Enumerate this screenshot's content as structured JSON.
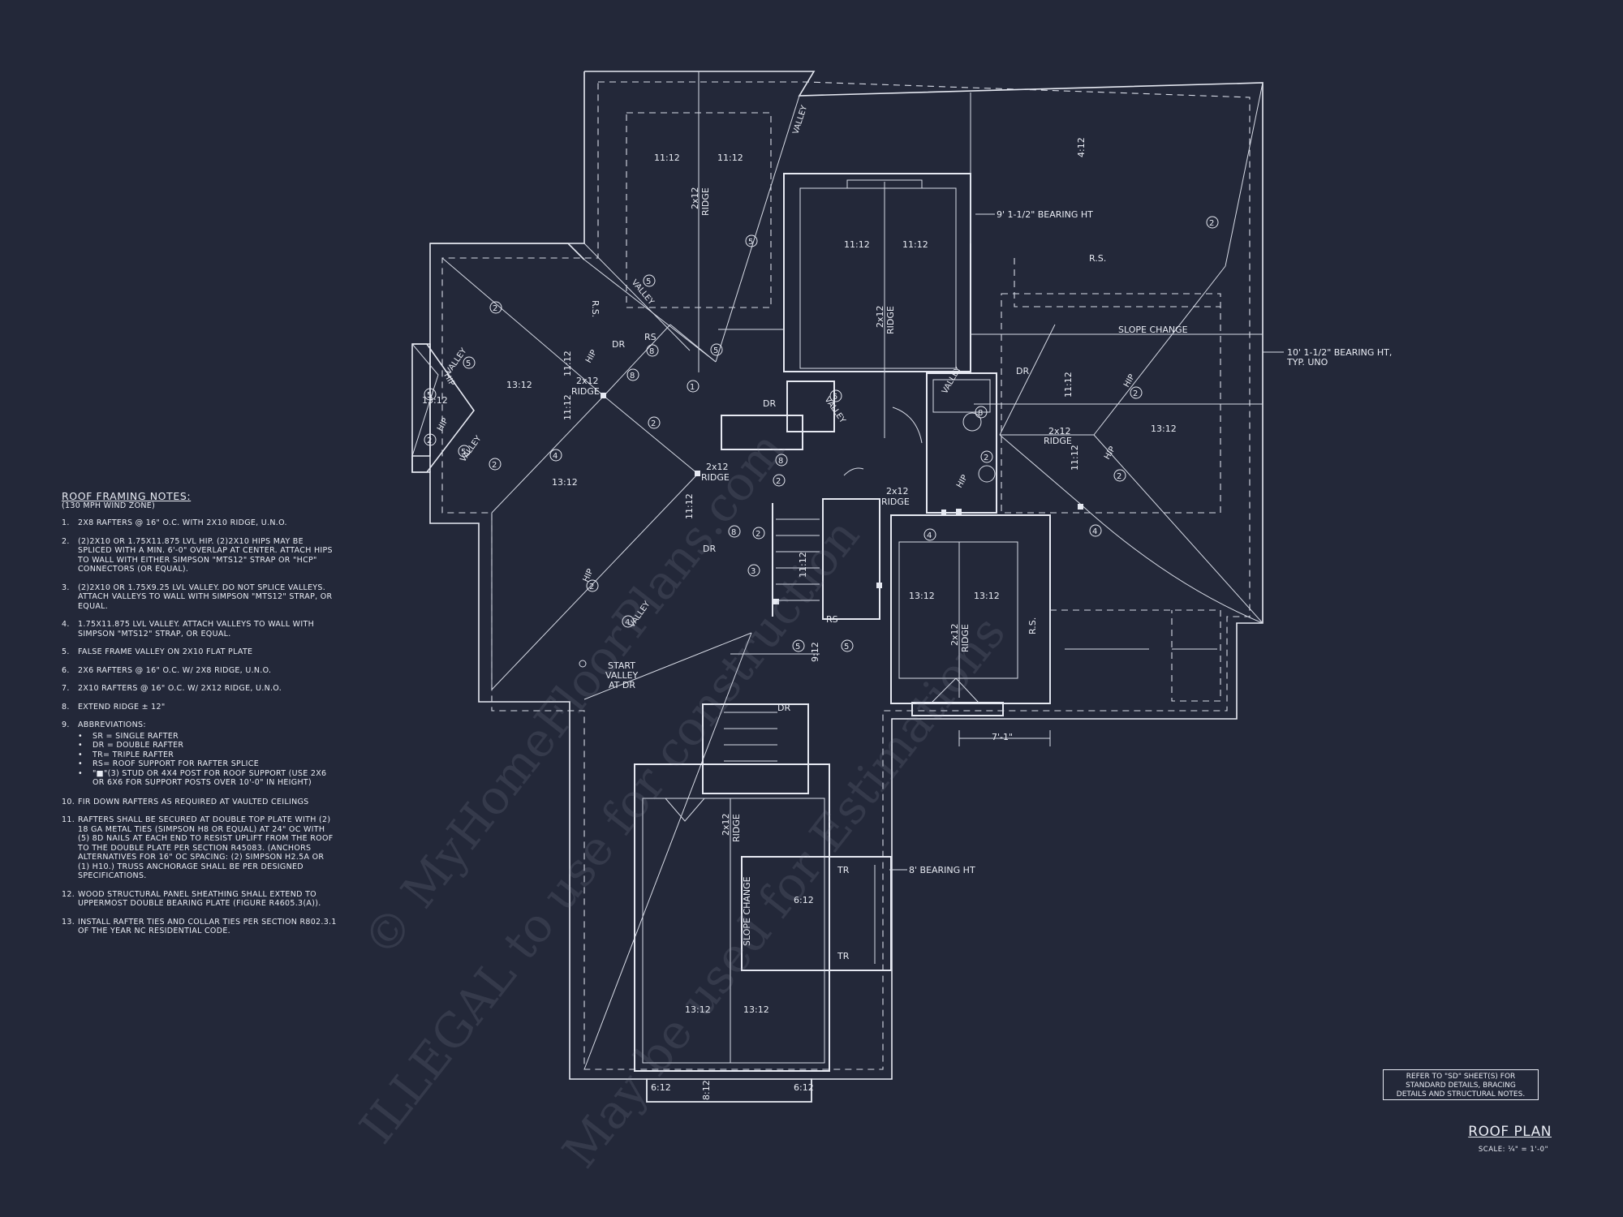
{
  "plan": {
    "title": "ROOF PLAN",
    "scale": "SCALE: ¼\" = 1'-0\"",
    "reference_note": [
      "REFER TO \"SD\" SHEET(S) FOR",
      "STANDARD DETAILS, BRACING",
      "DETAILS AND STRUCTURAL NOTES."
    ]
  },
  "notes": {
    "heading": "ROOF FRAMING NOTES:",
    "subheading": "(130 MPH WIND ZONE)",
    "items": [
      {
        "num": "1.",
        "text": "2x8 RAFTERS @ 16\" O.C. WITH 2x10 RIDGE, U.N.O."
      },
      {
        "num": "2.",
        "text": "(2)2x10 OR 1.75x11.875 LVL HIP. (2)2x10 HIPS MAY BE SPLICED WITH A MIN. 6'-0\" OVERLAP AT CENTER. ATTACH HIPS TO WALL WITH EITHER SIMPSON \"MTS12\" STRAP OR \"HCP\" CONNECTORS (OR EQUAL)."
      },
      {
        "num": "3.",
        "text": "(2)2x10 OR 1.75x9.25 LVL VALLEY. DO NOT SPLICE VALLEYS. ATTACH VALLEYS TO WALL WITH SIMPSON \"MTS12\" STRAP, OR EQUAL."
      },
      {
        "num": "4.",
        "text": "1.75x11.875 LVL VALLEY. ATTACH VALLEYS TO WALL WITH SIMPSON \"MTS12\" STRAP, OR EQUAL."
      },
      {
        "num": "5.",
        "text": "FALSE FRAME VALLEY ON 2x10 FLAT PLATE"
      },
      {
        "num": "6.",
        "text": "2x6 RAFTERS @ 16\" O.C. W/ 2x8 RIDGE, U.N.O."
      },
      {
        "num": "7.",
        "text": "2x10 RAFTERS @ 16\" O.C. W/ 2x12 RIDGE, U.N.O."
      },
      {
        "num": "8.",
        "text": "EXTEND RIDGE ± 12\""
      },
      {
        "num": "9.",
        "text": "ABBREVIATIONS:"
      }
    ],
    "abbreviations": [
      "SR = SINGLE RAFTER",
      "DR = DOUBLE RAFTER",
      "TR= TRIPLE RAFTER",
      "RS= ROOF SUPPORT FOR RAFTER SPLICE",
      "\"■\"(3) STUD OR 4x4 POST FOR ROOF SUPPORT (USE 2x6 OR 6x6 FOR SUPPORT POSTS OVER 10'-0\" IN HEIGHT)"
    ],
    "items_after": [
      {
        "num": "10.",
        "text": "FIR DOWN RAFTERS AS REQUIRED AT VAULTED CEILINGS"
      },
      {
        "num": "11.",
        "text": "RAFTERS SHALL BE SECURED AT DOUBLE TOP PLATE WITH (2) 18 GA METAL TIES (SIMPSON H8 OR EQUAL) AT 24\" OC WITH (5) 8d NAILS AT EACH END TO RESIST UPLIFT FROM THE ROOF TO THE DOUBLE PLATE PER SECTION R45083. (ANCHORS ALTERNATIVES FOR 16\" OC SPACING: (2) SIMPSON H2.5A OR (1) H10.) TRUSS ANCHORAGE SHALL BE PER DESIGNED SPECIFICATIONS."
      },
      {
        "num": "12.",
        "text": "WOOD STRUCTURAL PANEL SHEATHING SHALL EXTEND TO UPPERMOST DOUBLE BEARING PLATE (FIGURE R4605.3(A))."
      },
      {
        "num": "13.",
        "text": "INSTALL RAFTER TIES AND COLLAR TIES PER SECTION R802.3.1 OF THE YEAR NC RESIDENTIAL CODE."
      }
    ]
  },
  "callouts": {
    "bearing_1": "9' 1-1/2\" BEARING HT",
    "bearing_2": "10' 1-1/2\" BEARING HT,",
    "bearing_2b": "TYP. UNO",
    "bearing_3": "8' BEARING HT",
    "slope_change": "SLOPE CHANGE",
    "slope_change_v": "SLOPE CHANGE",
    "start_valley": [
      "START",
      "VALLEY",
      "AT DR"
    ],
    "dim_7_1": "7'-1\"",
    "rs": "R.S.",
    "rs2": "RS",
    "dr": "DR",
    "tr": "TR",
    "hip": "HIP",
    "valley": "VALLEY",
    "ridge_2x12": "2x12",
    "ridge_word": "RIDGE"
  },
  "pitches": {
    "p11": "11:12",
    "p13": "13:12",
    "p4": "4:12",
    "p6": "6:12",
    "p9": "9:12",
    "p8": "8:12"
  },
  "watermark": [
    "© MyHomeFloorPlans.com",
    "ILLEGAL to use for construction",
    "May be used for Estimations"
  ]
}
